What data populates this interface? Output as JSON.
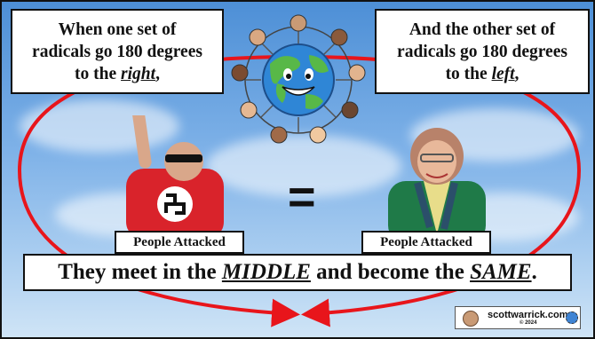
{
  "left_caption": {
    "line1": "When one set of",
    "line2": "radicals go 180 degrees",
    "line3_prefix": "to the ",
    "line3_emphasis": "right",
    "line3_suffix": ","
  },
  "right_caption": {
    "line1": "And the other set of",
    "line2": "radicals go 180 degrees",
    "line3_prefix": "to the ",
    "line3_emphasis": "left",
    "line3_suffix": ","
  },
  "equals_sign": "=",
  "left_label": "People Attacked",
  "right_label": "People Attacked",
  "banner": {
    "part1": "They meet in the ",
    "emphasis1": "MIDDLE",
    "part2": " and become the ",
    "emphasis2": "SAME",
    "part3": "."
  },
  "credit": {
    "site": "scottwarrick.com",
    "year": "© 2024"
  },
  "colors": {
    "arrow_red": "#e8151b",
    "sky_top": "#4d8fd6",
    "sky_bottom": "#cfe4f6"
  }
}
